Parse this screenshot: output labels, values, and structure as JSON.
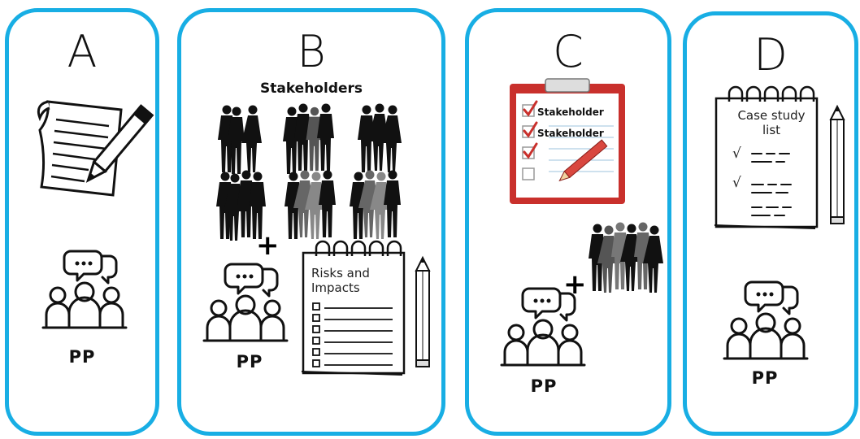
{
  "panels": [
    {
      "letter": "A",
      "group_label": "PP"
    },
    {
      "letter": "B",
      "heading": "Stakeholders",
      "plus": "+",
      "notebook_title": "Risks and Impacts",
      "group_label": "PP"
    },
    {
      "letter": "C",
      "checklist": [
        "Stakeholder",
        "Stakeholder"
      ],
      "plus": "+",
      "group_label": "PP"
    },
    {
      "letter": "D",
      "notebook_title": "Case study list",
      "checks": [
        "√",
        "√"
      ],
      "group_label": "PP"
    }
  ],
  "colors": {
    "panel_border": "#18aee4",
    "clipboard_red": "#c9302c",
    "check_red": "#c9302c"
  },
  "icons": [
    "paper-pencil-icon",
    "meeting-group-icon",
    "stakeholder-silhouettes-icon",
    "notebook-icon",
    "pencil-icon",
    "clipboard-checklist-icon"
  ]
}
